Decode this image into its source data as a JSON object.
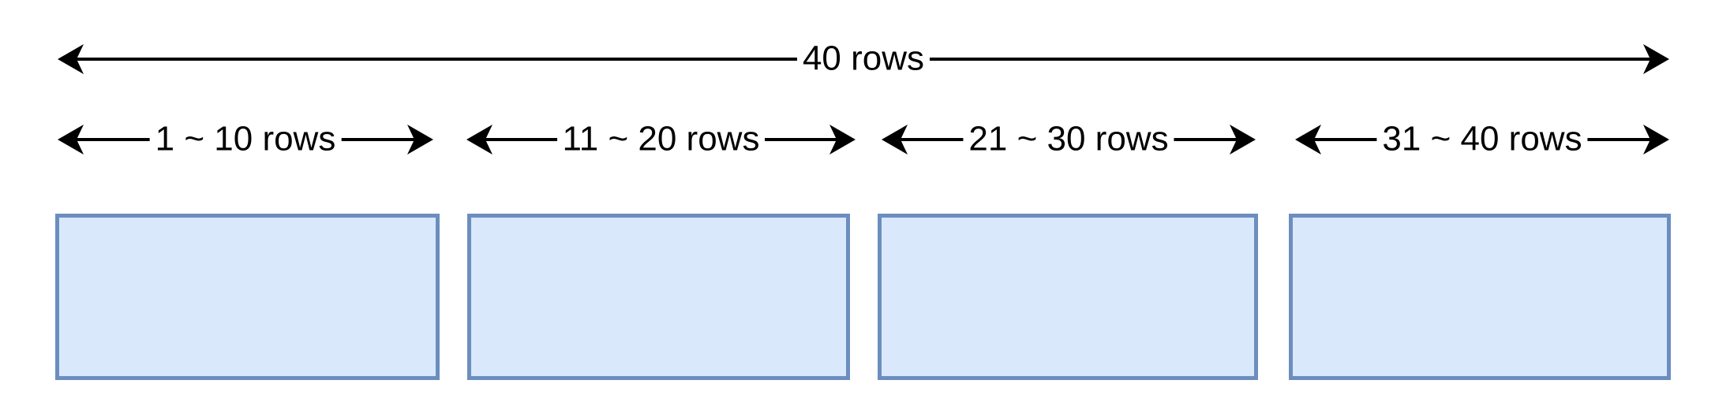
{
  "colors": {
    "background": "#ffffff",
    "arrow": "#000000",
    "label_text": "#000000",
    "label_bg": "#ffffff",
    "box_fill": "#dae8fc",
    "box_stroke": "#6c8ebf"
  },
  "diagram": {
    "total_arrow": {
      "label": "40 rows"
    },
    "segment_arrows": [
      {
        "label": "1 ~ 10 rows"
      },
      {
        "label": "11 ~ 20 rows"
      },
      {
        "label": "21 ~ 30 rows"
      },
      {
        "label": "31 ~ 40 rows"
      }
    ]
  }
}
